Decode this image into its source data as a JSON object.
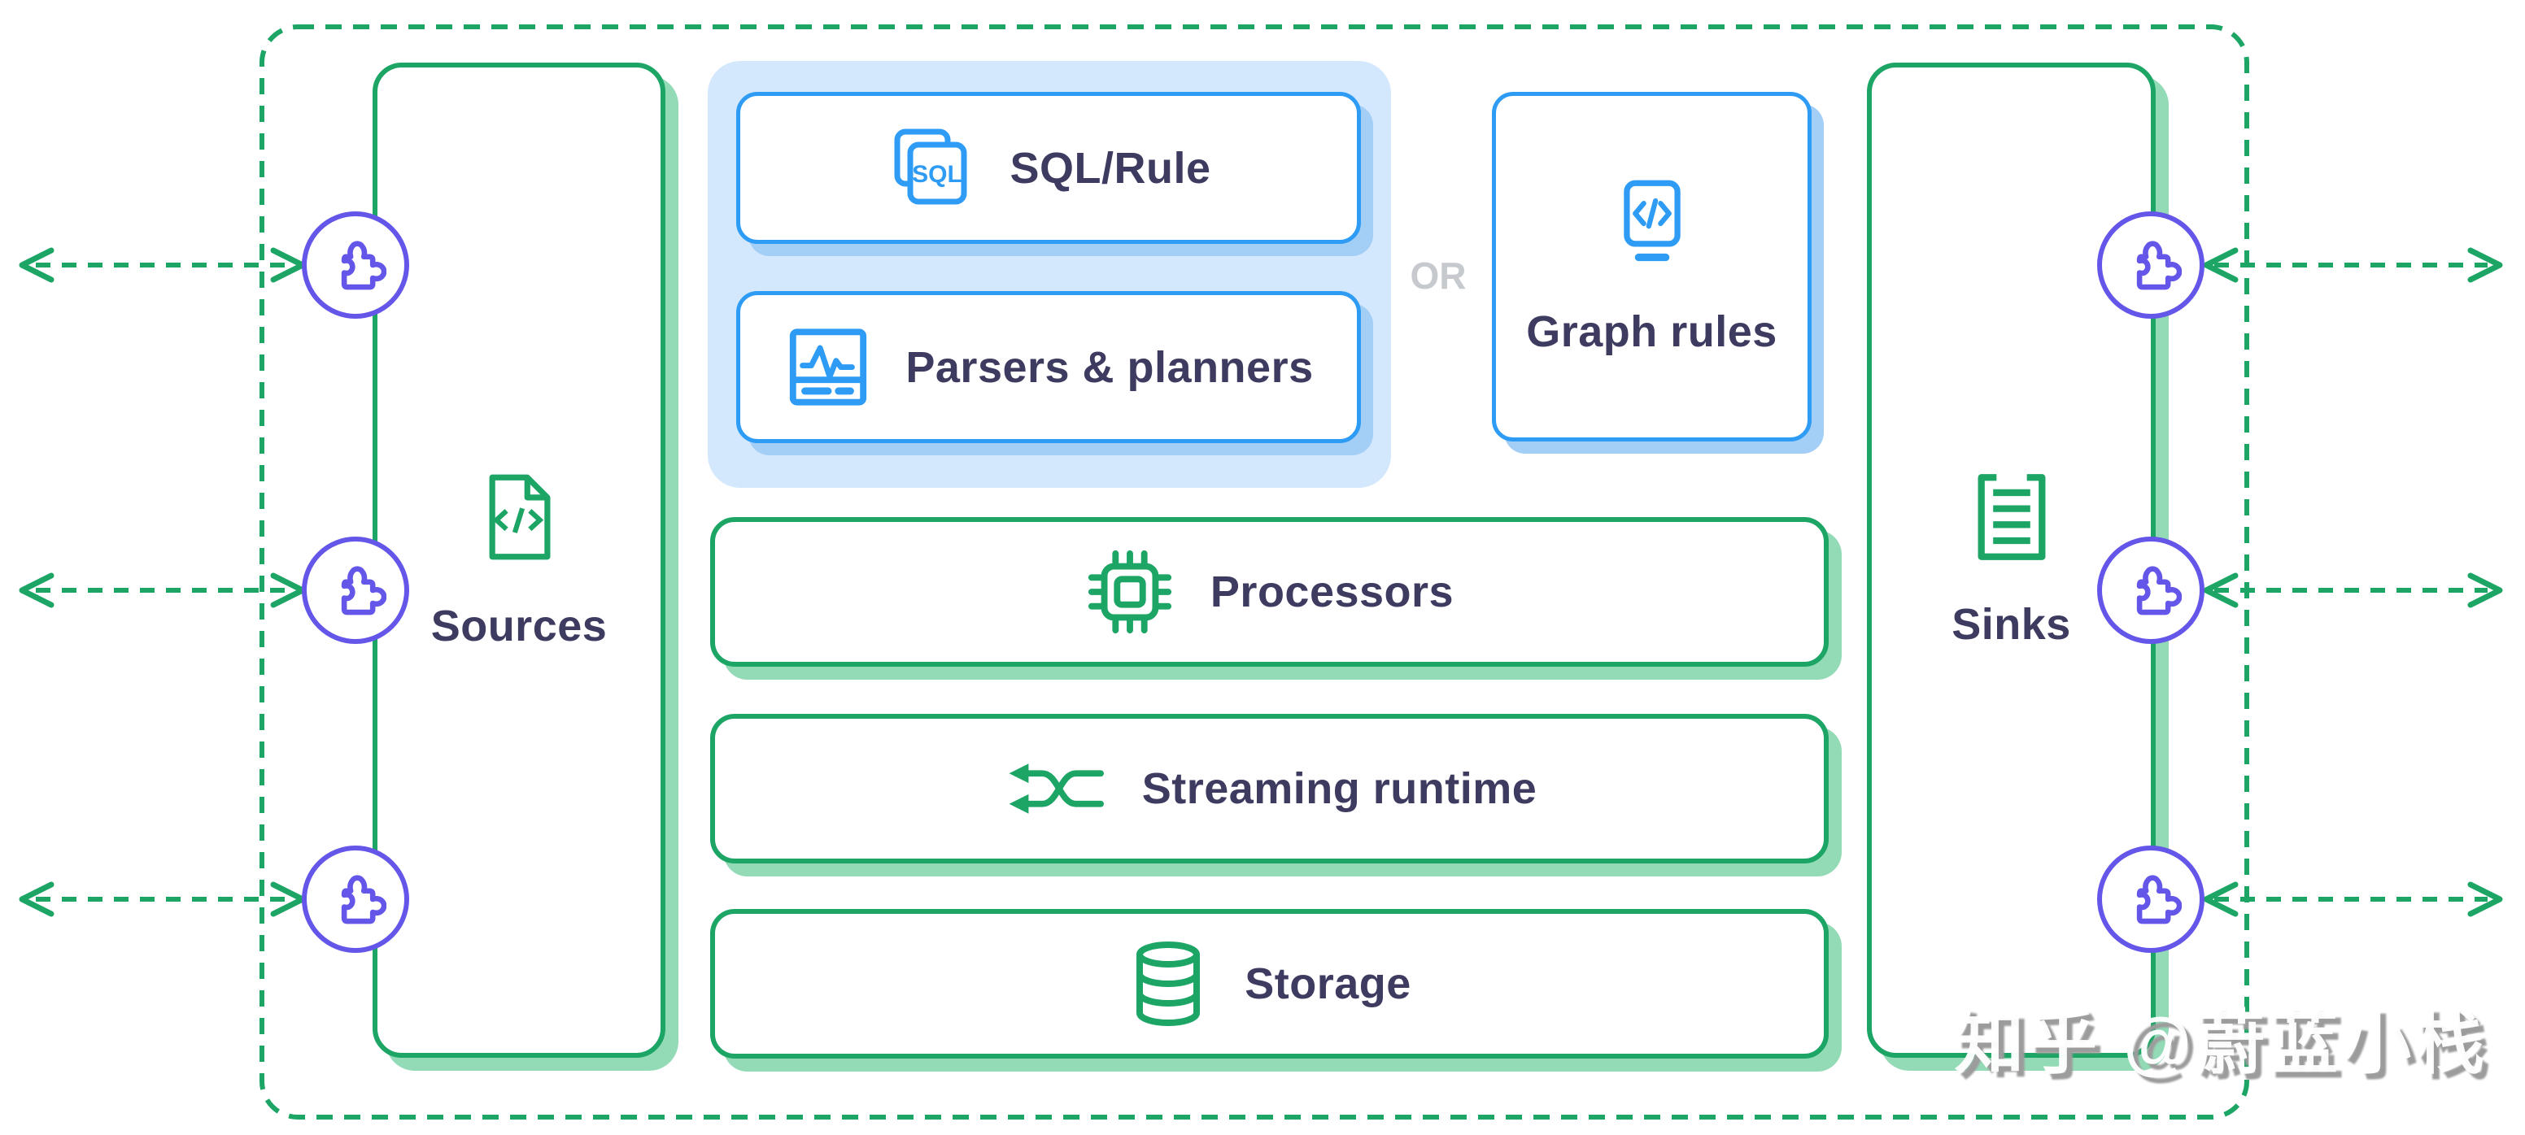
{
  "diagram_title_hint": "streaming engine architecture",
  "colors": {
    "green": "#1CA565",
    "green_shadow": "#93DAB6",
    "blue": "#2E9BF5",
    "blue_shadow": "#A3CEF6",
    "blue_container": "#D3E8FC",
    "navy": "#3E3B60",
    "purple": "#6456E9",
    "gray_or": "#C6C9CD",
    "watermark_gray": "#9C9C9C"
  },
  "sources": {
    "label": "Sources",
    "icon": "code-file-icon"
  },
  "sinks": {
    "label": "Sinks",
    "icon": "list-document-icon"
  },
  "query_group": {
    "sql_rule": {
      "label": "SQL/Rule",
      "icon": "sql-cards-icon",
      "icon_text": "SQL"
    },
    "parsers": {
      "label": "Parsers & planners",
      "icon": "monitor-pulse-icon"
    },
    "or_label": "OR",
    "graph_rules": {
      "label": "Graph rules",
      "icon": "code-screen-icon"
    }
  },
  "rows": [
    {
      "label": "Processors",
      "icon": "cpu-chip-icon"
    },
    {
      "label": "Streaming runtime",
      "icon": "shuffle-arrows-icon"
    },
    {
      "label": "Storage",
      "icon": "database-icon"
    }
  ],
  "connectors": {
    "icon": "puzzle-plugin-icon",
    "count_left": 3,
    "count_right": 3
  },
  "watermark": "知乎 @蔚蓝小栈"
}
